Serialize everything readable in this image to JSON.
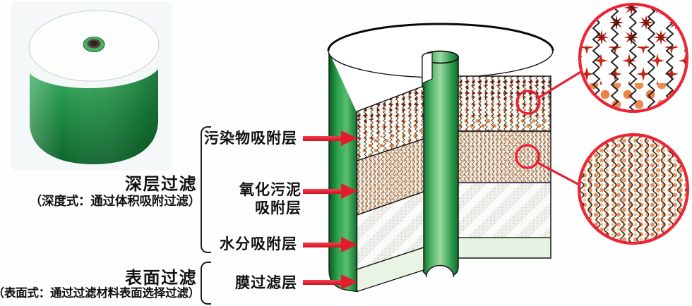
{
  "groups": [
    {
      "title": "深层过滤",
      "subtitle": "（深度式：通过体积吸附过滤）"
    },
    {
      "title": "表面过滤",
      "subtitle": "（表面式：通过过滤材料表面选择过滤）"
    }
  ],
  "layers": [
    {
      "label": "污染物吸附层"
    },
    {
      "label_line1": "氧化污泥",
      "label_line2": "吸附层"
    },
    {
      "label": "水分吸附层"
    },
    {
      "label": "膜过滤层"
    }
  ],
  "colors": {
    "arrow_red": "#e31b2c",
    "magnifier_red": "#ee2436",
    "shell_green": "#2ca24c",
    "membrane_pale_green": "#e7f3e3"
  }
}
